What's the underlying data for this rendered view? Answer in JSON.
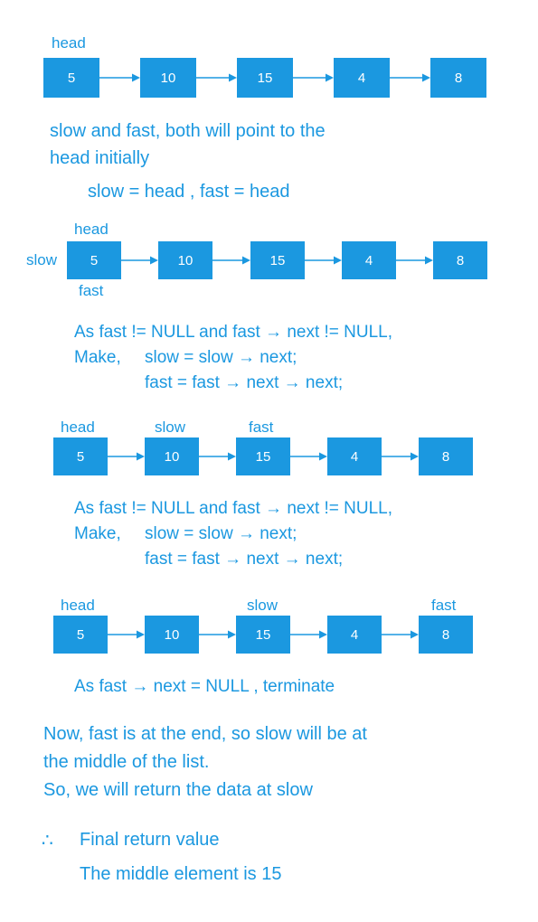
{
  "values": [
    "5",
    "10",
    "15",
    "4",
    "8"
  ],
  "step0": {
    "head": "head"
  },
  "intro": {
    "line1": "slow and fast, both will point to the",
    "line2": "head initially",
    "assign": "slow = head  ,  fast = head"
  },
  "step1": {
    "head": "head",
    "slow": "slow",
    "fast": "fast"
  },
  "loop1": {
    "cond": "As fast != NULL  and  fast → next != NULL,",
    "make": "Make,",
    "slow_stmt": "slow = slow → next;",
    "fast_stmt": "fast = fast → next → next;"
  },
  "step2": {
    "head": "head",
    "slow": "slow",
    "fast": "fast"
  },
  "loop2": {
    "cond": "As fast != NULL  and  fast → next != NULL,",
    "make": "Make,",
    "slow_stmt": "slow = slow → next;",
    "fast_stmt": "fast = fast → next → next;"
  },
  "step3": {
    "head": "head",
    "slow": "slow",
    "fast": "fast"
  },
  "terminate": "As fast → next = NULL ,    terminate",
  "conclusion": {
    "line1": "Now, fast is at the end, so slow will be at",
    "line2": "the middle of the list.",
    "line3": "So, we will return the data at slow"
  },
  "final": {
    "therefore_symbol": "∴",
    "title": "Final return value",
    "result": "The middle element is 15"
  },
  "colors": {
    "accent": "#1b98e0",
    "node_text": "#ffffff"
  }
}
